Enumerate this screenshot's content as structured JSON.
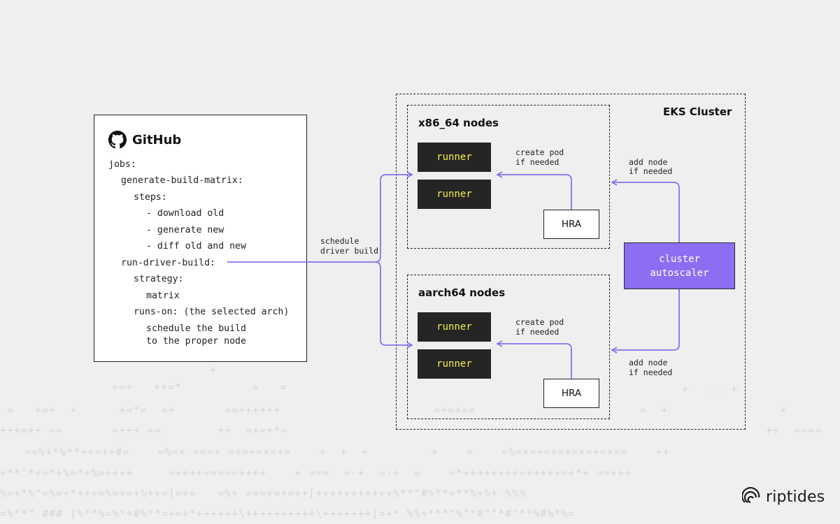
{
  "github": {
    "title": "GitHub",
    "icon": "github-icon",
    "lines": [
      "jobs:",
      "generate-build-matrix:",
      "steps:",
      "- download old",
      "- generate new",
      "- diff old and new",
      "run-driver-build:",
      "strategy:",
      "matrix",
      "runs-on: (the selected arch)",
      "schedule the build",
      "to the proper node"
    ]
  },
  "cluster": {
    "title": "EKS Cluster",
    "x86": {
      "title": "x86_64 nodes",
      "runners": [
        "runner",
        "runner"
      ],
      "hra": "HRA",
      "note": [
        "create pod",
        "if needed"
      ]
    },
    "aarch64": {
      "title": "aarch64 nodes",
      "runners": [
        "runner",
        "runner"
      ],
      "hra": "HRA",
      "note": [
        "create pod",
        "if needed"
      ]
    },
    "autoscaler": [
      "cluster",
      "autoscaler"
    ],
    "add_node_top": [
      "add node",
      "if needed"
    ],
    "add_node_bottom": [
      "add node",
      "if needed"
    ]
  },
  "schedule_label": [
    "schedule",
    "driver build"
  ],
  "brand": {
    "name": "riptides",
    "icon": "riptides-logo-icon"
  },
  "colors": {
    "accent": "#8c6ef2",
    "runner_bg": "#252525",
    "runner_text": "#f2ee48",
    "background": "#efefef"
  }
}
